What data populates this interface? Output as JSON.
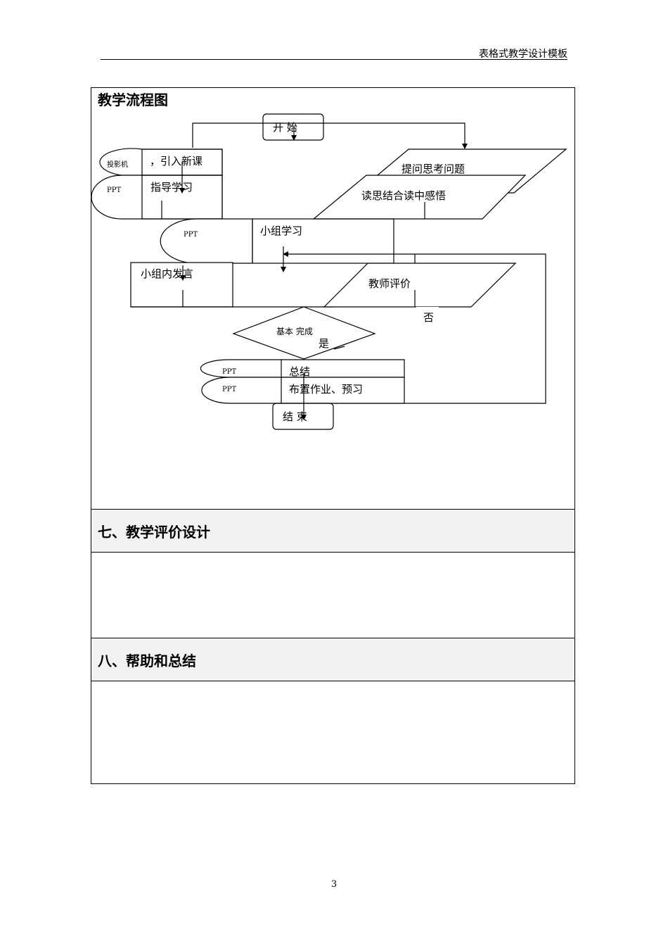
{
  "header": {
    "title": "表格式教学设计模板"
  },
  "sections": {
    "flow": {
      "title": "教学流程图"
    },
    "eval": {
      "title": "七、教学评价设计",
      "content": ""
    },
    "summary": {
      "title": "八、帮助和总结",
      "content": ""
    }
  },
  "flowchart": {
    "start": "开  始",
    "end": "结  束",
    "projector": "投影机",
    "intro": "，引入新课",
    "ppt": "PPT",
    "guide": "指导学习",
    "ask": "提问思考问题",
    "read": "读思结合读中感悟",
    "group": "小组学习",
    "speak": "小组内发言",
    "teacher_eval": "教师评价",
    "decision": "基本  完成",
    "no": "否",
    "yes": "是",
    "conclude": "总结",
    "homework": "布置作业、预习"
  },
  "page_number": "3"
}
